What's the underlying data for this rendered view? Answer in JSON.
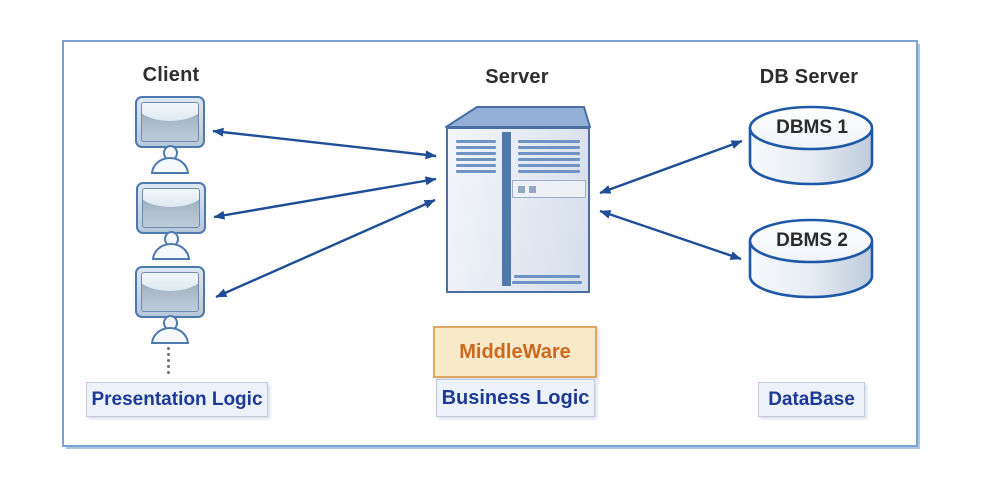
{
  "titles": {
    "client": "Client",
    "server": "Server",
    "db_server": "DB Server"
  },
  "labels": {
    "presentation": "Presentation Logic",
    "middleware": "MiddleWare",
    "business": "Business Logic",
    "database": "DataBase"
  },
  "databases": [
    {
      "label": "DBMS 1"
    },
    {
      "label": "DBMS 2"
    }
  ],
  "clients": {
    "count": 3,
    "more_indicator": "vertical-ellipsis"
  },
  "connections": {
    "client_server_arrows": 3,
    "server_db_arrows": 2,
    "style": "double-headed"
  },
  "colors": {
    "arrow": "#1f4e96",
    "frame_border": "#7aa3d4",
    "title_text": "#2e2e2e",
    "label_text": "#1d3a96",
    "label_bg": "#edf1fa",
    "label_border": "#c2cbdd",
    "middleware_text": "#cf671e",
    "middleware_bg": "#f8e9c9",
    "middleware_border": "#dfa763",
    "device_border": "#4e79ae",
    "server_border": "#4a6fa0",
    "server_top_face": "#94b0d8",
    "cylinder_border": "#2058a8"
  }
}
